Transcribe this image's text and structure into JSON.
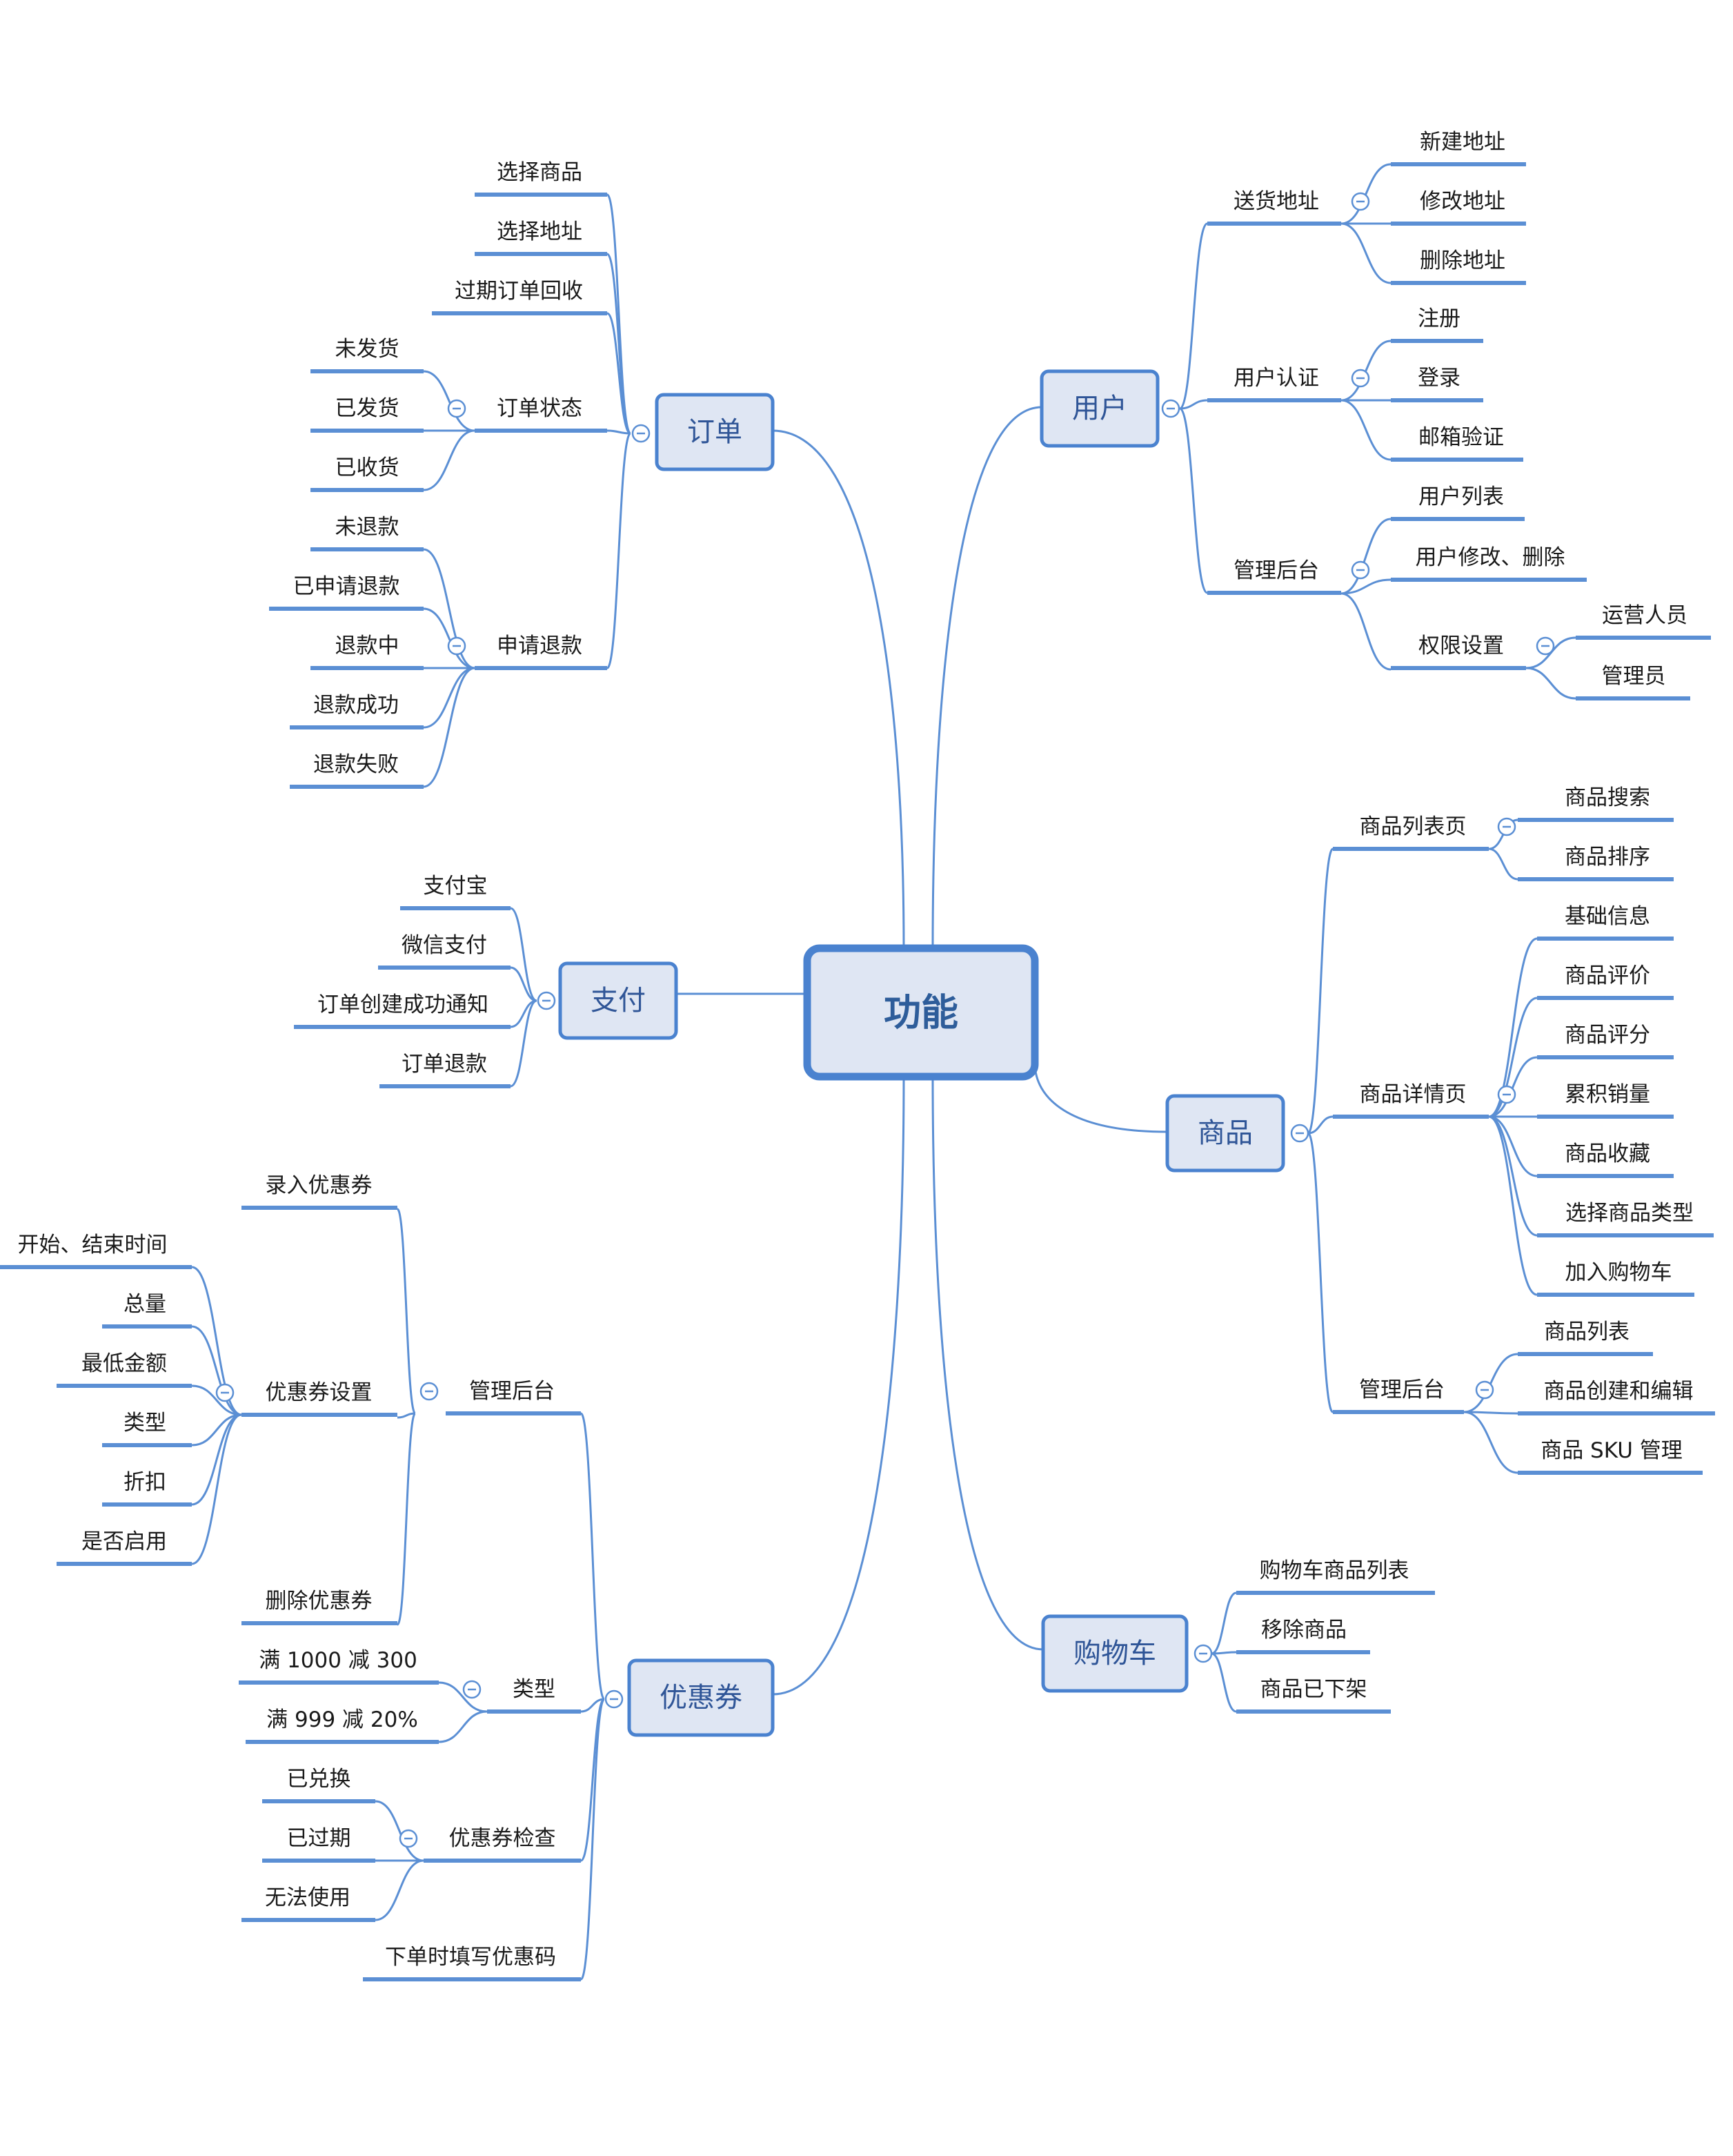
{
  "colors": {
    "line": "#5b8fd4",
    "box_fill": "#dfe6f3",
    "box_stroke": "#4a82cf",
    "central_text": "#2e5d9a",
    "text": "#1a1a1a"
  },
  "central": "功能",
  "branches": {
    "user": {
      "label": "用户",
      "children": [
        {
          "label": "送货地址",
          "children": [
            "新建地址",
            "修改地址",
            "删除地址"
          ]
        },
        {
          "label": "用户认证",
          "children": [
            "注册",
            "登录",
            "邮箱验证"
          ]
        },
        {
          "label": "管理后台",
          "children": [
            "用户列表",
            "用户修改、删除",
            {
              "label": "权限设置",
              "children": [
                "运营人员",
                "管理员"
              ]
            }
          ]
        }
      ]
    },
    "goods": {
      "label": "商品",
      "children": [
        {
          "label": "商品列表页",
          "children": [
            "商品搜索",
            "商品排序"
          ]
        },
        {
          "label": "商品详情页",
          "children": [
            "基础信息",
            "商品评价",
            "商品评分",
            "累积销量",
            "商品收藏",
            "选择商品类型",
            "加入购物车"
          ]
        },
        {
          "label": "管理后台",
          "children": [
            "商品列表",
            "商品创建和编辑",
            "商品 SKU 管理"
          ]
        }
      ]
    },
    "cart": {
      "label": "购物车",
      "children": [
        "购物车商品列表",
        "移除商品",
        "商品已下架"
      ]
    },
    "order": {
      "label": "订单",
      "children": [
        "选择商品",
        "选择地址",
        "过期订单回收",
        {
          "label": "订单状态",
          "children": [
            "未发货",
            "已发货",
            "已收货"
          ]
        },
        {
          "label": "申请退款",
          "children": [
            "未退款",
            "已申请退款",
            "退款中",
            "退款成功",
            "退款失败"
          ]
        }
      ]
    },
    "pay": {
      "label": "支付",
      "children": [
        "支付宝",
        "微信支付",
        "订单创建成功通知",
        "订单退款"
      ]
    },
    "coupon": {
      "label": "优惠券",
      "children": [
        {
          "label": "管理后台",
          "children": [
            "录入优惠券",
            {
              "label": "优惠券设置",
              "children": [
                "开始、结束时间",
                "总量",
                "最低金额",
                "类型",
                "折扣",
                "是否启用"
              ]
            },
            "删除优惠券"
          ]
        },
        {
          "label": "类型",
          "children": [
            "满 1000 减 300",
            "满 999 减 20%"
          ]
        },
        {
          "label": "优惠券检查",
          "children": [
            "已兑换",
            "已过期",
            "无法使用"
          ]
        },
        "下单时填写优惠码"
      ]
    }
  }
}
